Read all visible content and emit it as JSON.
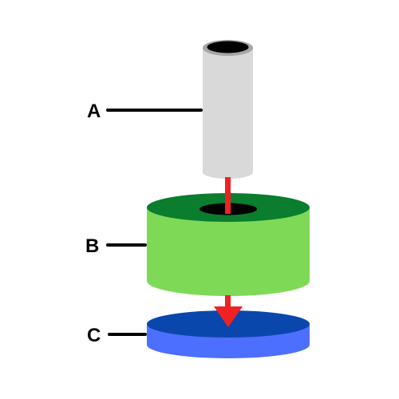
{
  "labels": {
    "a": "A",
    "b": "B",
    "c": "C"
  },
  "colors": {
    "tube_body": "#d9d9d9",
    "tube_rim": "#a6a6a6",
    "tube_hole": "#000000",
    "beam": "#ee2222",
    "ring_body": "#7ed957",
    "ring_top": "#0a7d2e",
    "ring_hole": "#000000",
    "disk_side": "#4d6fff",
    "disk_top": "#0a47ad",
    "leader_line": "#000000"
  }
}
